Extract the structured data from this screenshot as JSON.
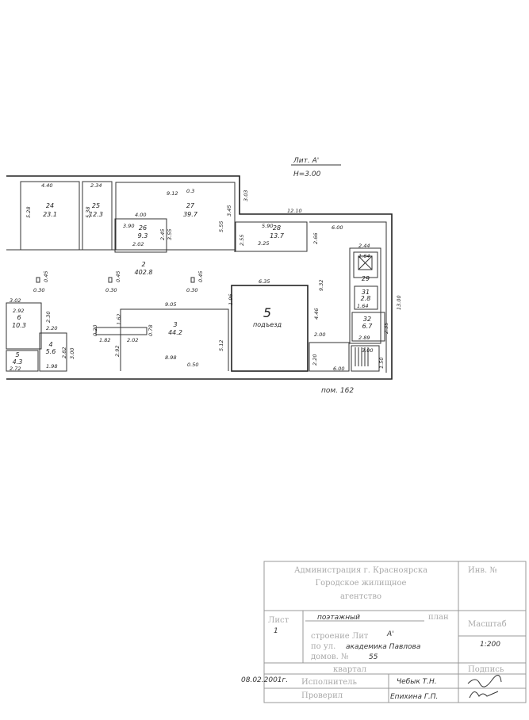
{
  "header": {
    "liter": "Лит. А'",
    "height": "H=3.00"
  },
  "rooms": [
    {
      "num": "24",
      "area": "23.1"
    },
    {
      "num": "25",
      "area": "12.3"
    },
    {
      "num": "27",
      "area": "39.7"
    },
    {
      "num": "26",
      "area": "9.3"
    },
    {
      "num": "28",
      "area": "13.7"
    },
    {
      "num": "2",
      "area": "402.8"
    },
    {
      "num": "3",
      "area": "44.2"
    },
    {
      "num": "6",
      "area": "10.3"
    },
    {
      "num": "4",
      "area": "5.6"
    },
    {
      "num": "5",
      "area": "4.3"
    },
    {
      "num": "5",
      "area": "подъезд"
    },
    {
      "num": "29",
      "area": ""
    },
    {
      "num": "31",
      "area": "2.8"
    },
    {
      "num": "32",
      "area": "6.7"
    }
  ],
  "dims": [
    "4.40",
    "5.28",
    "2.34",
    "5.38",
    "9.12",
    "0.3",
    "4.00",
    "3.90",
    "2.45",
    "3.55",
    "2.02",
    "5.55",
    "3.45",
    "3.03",
    "12.10",
    "5.90",
    "3.25",
    "2.55",
    "6.00",
    "2.66",
    "2.44",
    "1.64",
    "1.64",
    "9.32",
    "6.35",
    "1.96",
    "4.46",
    "2.00",
    "2.20",
    "6.00",
    "2.89",
    "2.35",
    "13.00",
    "9.05",
    "1.62",
    "1.82",
    "2.02",
    "2.92",
    "8.98",
    "5.12",
    "3.02",
    "2.92",
    "2.30",
    "2.20",
    "2.82",
    "3.00",
    "1.98",
    "2.72",
    "0.30",
    "0.30",
    "0.30",
    "0.45",
    "0.45",
    "0.45",
    "1.50",
    "3.00",
    "0.20",
    "0.78",
    "0.50"
  ],
  "footer_note": "пом. 162",
  "title_block": {
    "org_line1": "Администрация г. Красноярска",
    "org_line2": "Городское жилищное",
    "org_line3": "агентство",
    "inv_label": "Инв. №",
    "plan_type": "поэтажный",
    "plan_label": "план",
    "sheet_label": "Лист",
    "sheet_value": "1",
    "building_label": "строение   Лит",
    "building_value": "А'",
    "street_label": "по ул.",
    "street_value": "академика Павлова",
    "house_label": "домов. №",
    "house_value": "55",
    "scale_label": "Масштаб",
    "scale_value": "1:200",
    "quarter_label": "квартал",
    "date": "08.02.2001г.",
    "executor_label": "Исполнитель",
    "executor_name": "Чебык Т.Н.",
    "checker_label": "Проверил",
    "checker_name": "Епихина Г.П.",
    "signature_label": "Подпись"
  }
}
